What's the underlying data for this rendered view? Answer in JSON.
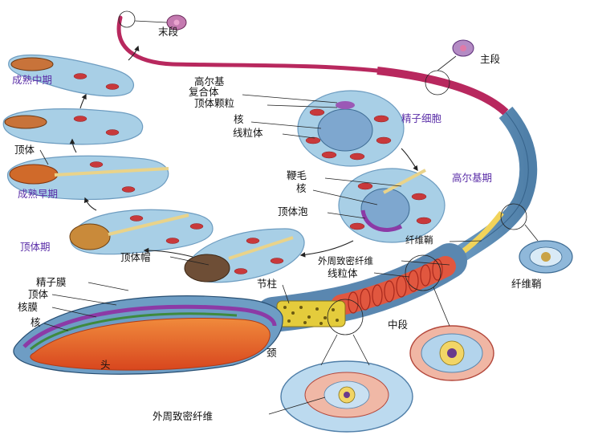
{
  "labels": {
    "end_piece": "末段",
    "principal_piece": "主段",
    "golgi_complex": "高尔基\n复合体",
    "acrosomal_granule": "顶体颗粒",
    "nucleus": "核",
    "mitochondria": "线粒体",
    "spermatid": "精子细胞",
    "golgi_phase": "高尔基期",
    "flagellum": "鞭毛",
    "acrosomal_vesicle": "顶体泡",
    "maturation_mid_phase": "成熟中期",
    "acrosome": "顶体",
    "maturation_early_phase": "成熟早期",
    "acrosome_phase": "顶体期",
    "acrosomal_cap": "顶体帽",
    "fibrous_sheath": "纤维鞘",
    "outer_dense_fiber": "外周致密纤维",
    "segmented_column": "节柱",
    "sperm_membrane": "精子膜",
    "nuclear_membrane": "核膜",
    "middle_piece": "中段",
    "neck": "颈",
    "head": "头"
  },
  "colors": {
    "label_purple": "#5b2fa8",
    "cell_fill": "#a8cfe6",
    "mitochondria": "#c8393b",
    "tail_magenta": "#b8285e",
    "tail_blue": "#5f8fb8",
    "head_orange": "#e8642a"
  }
}
